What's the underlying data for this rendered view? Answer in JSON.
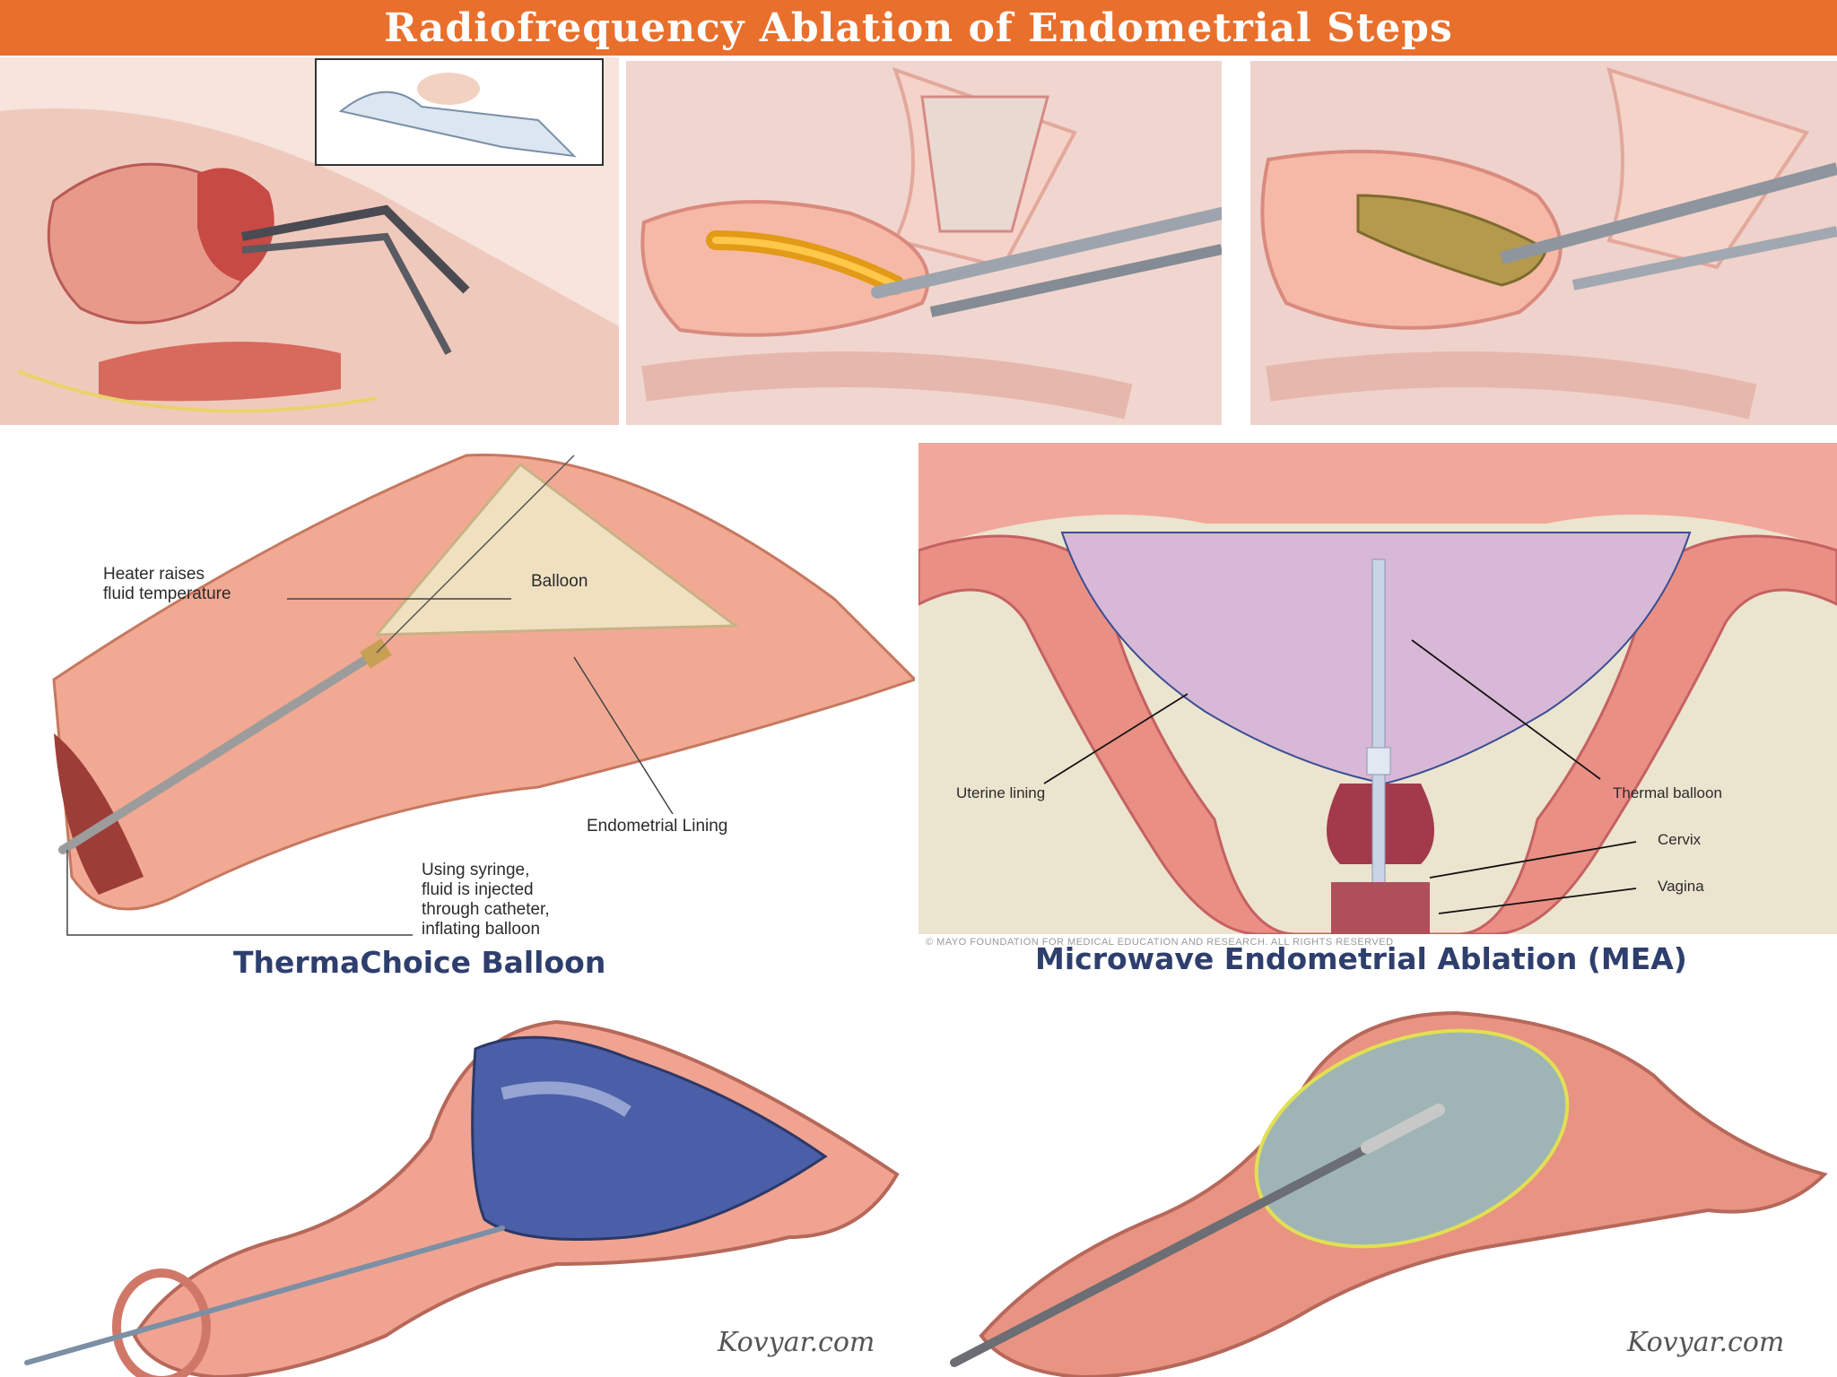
{
  "title": "Radiofrequency Ablation of Endometrial Steps",
  "thermachoice": {
    "caption": "ThermaChoice Balloon",
    "labels": {
      "heater": "Heater raises\nfluid temperature",
      "balloon": "Balloon",
      "lining": "Endometrial Lining",
      "syringe": "Using syringe,\nfluid is injected\nthrough catheter,\ninflating balloon"
    }
  },
  "mea": {
    "caption": "Microwave Endometrial Ablation (MEA)",
    "labels": {
      "uterine_lining": "Uterine lining",
      "thermal_balloon": "Thermal balloon",
      "cervix": "Cervix",
      "vagina": "Vagina"
    },
    "copyright": "© MAYO FOUNDATION FOR MEDICAL EDUCATION AND RESEARCH. ALL RIGHTS RESERVED"
  },
  "watermarks": [
    "Kovyar.com",
    "Kovyar.com"
  ],
  "colors": {
    "banner": "#e96f2c",
    "tissue": "#f2a993",
    "tissue_dark": "#c0504d",
    "balloon_beige": "#efe0bf",
    "balloon_blue": "#4a5fa8",
    "caption": "#2e3f6e"
  }
}
